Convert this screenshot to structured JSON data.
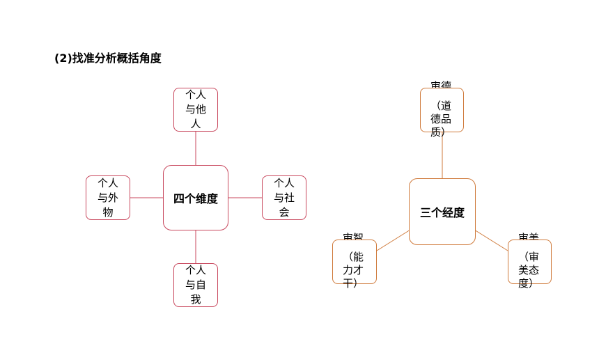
{
  "heading": "(2)找准分析概括角度",
  "left_diagram": {
    "center": "四个维度",
    "top": "个人与他人",
    "left": "个人与外物",
    "right": "个人与社会",
    "bottom": "个人与自我",
    "color": "#c8475d"
  },
  "right_diagram": {
    "center": "三个经度",
    "top": {
      "label": "审德",
      "detail": "（道德品质）"
    },
    "left": {
      "label": "审智",
      "detail": "（能力才干）"
    },
    "right": {
      "label": "审美",
      "detail": "（审美态度）"
    },
    "color": "#cf7a3b"
  }
}
